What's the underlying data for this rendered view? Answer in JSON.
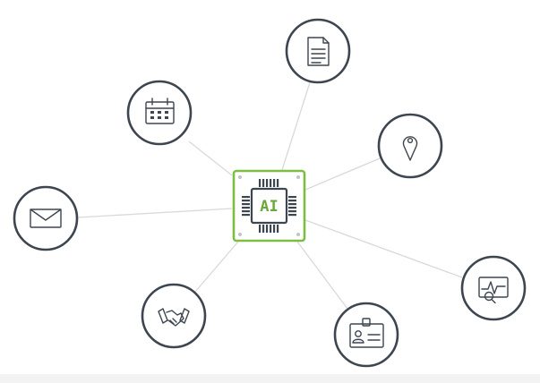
{
  "hub": {
    "label": "AI",
    "icon": "ai-chip-icon",
    "colors": {
      "frame": "#7cbd42",
      "label": "#6aa83a",
      "ink": "#3d4550"
    }
  },
  "nodes": [
    {
      "id": "document",
      "icon": "document-icon"
    },
    {
      "id": "location",
      "icon": "location-pin-icon"
    },
    {
      "id": "monitoring",
      "icon": "heartbeat-search-icon"
    },
    {
      "id": "id-badge",
      "icon": "id-badge-icon"
    },
    {
      "id": "handshake",
      "icon": "handshake-icon"
    },
    {
      "id": "mail",
      "icon": "envelope-icon"
    },
    {
      "id": "calendar",
      "icon": "calendar-icon"
    }
  ],
  "colors": {
    "node_ring": "#3d4550",
    "spoke": "#d9d9d9",
    "background": "#ffffff"
  }
}
